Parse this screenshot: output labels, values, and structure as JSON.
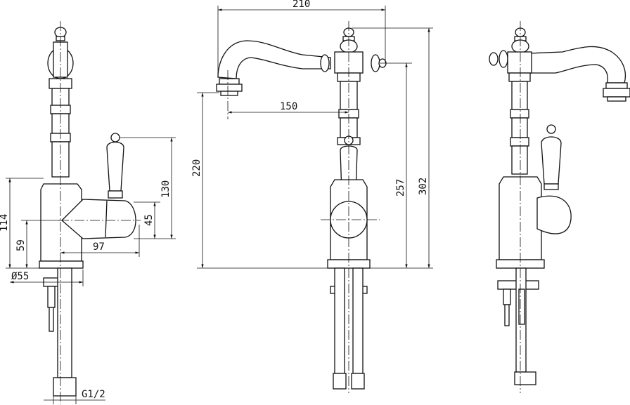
{
  "drawing": {
    "dimensions": {
      "width_top": "210",
      "spout_reach": "150",
      "spout_height": "220",
      "height_257": "257",
      "total_height": "302",
      "handle_height": "130",
      "handle_center": "45",
      "body_height": "114",
      "handle_axis": "59",
      "handle_offset": "97",
      "base_diameter": "Ø55",
      "thread": "G1/2"
    }
  }
}
